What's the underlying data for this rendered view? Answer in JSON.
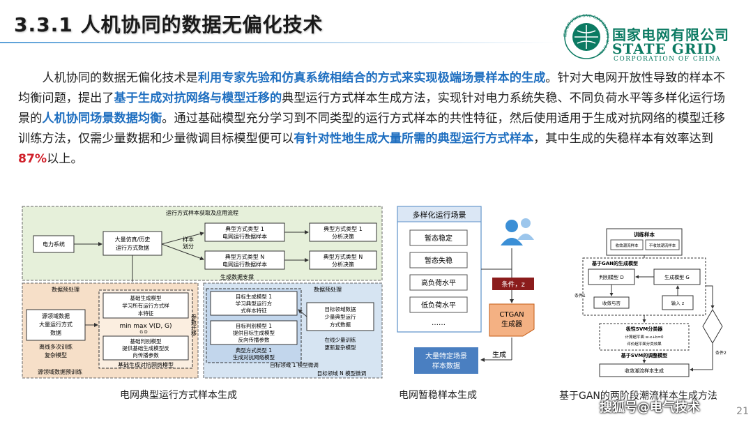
{
  "slide": {
    "title": "3.3.1 人机协同的数据无偏化技术",
    "page_number": "21",
    "watermark": "搜狐号@电气技术"
  },
  "logo": {
    "cn": "国家电网有限公司",
    "en": "STATE GRID",
    "sub": "CORPORATION OF CHINA",
    "ring_text": "国家电网 STATE GRID CORPORATION OF CHINA",
    "brand_color": "#0b7a62"
  },
  "paragraph": {
    "p1": "人机协同的数据无偏化技术是",
    "h1": "利用专家先验和仿真系统相结合的方式来实现极端场景样本的生成",
    "p2": "。针对大电网开放性导致的样本不均衡问题，提出了",
    "h2": "基于生成对抗网络与模型迁移的",
    "p3": "典型运行方式样本生成方法，实现针对电力系统失稳、不同负荷水平等多样化运行场景的",
    "h3": "人机协同场景数据均衡",
    "p4": "。通过基础模型充分学习到不同类型的运行方式样本的共性特征，然后使用适用于生成对抗网络的模型迁移训练方法，仅需少量数据和少量微调目标模型便可以",
    "h4": "有针对性地生成大量所需的典型运行方式样本",
    "p5": "，其中生成的失稳样本有效率达到",
    "h5": "87%",
    "p6": "以上。"
  },
  "figures": {
    "fig1": {
      "caption": "电网典型运行方式样本生成",
      "top_region": "运行方式样本获取及应用流程",
      "power_system": "电力系统",
      "sim_l1": "大量仿真/历史",
      "sim_l2": "运行方式数据",
      "sample_div_l1": "样本",
      "sample_div_l2": "划分",
      "type1_l1": "典型方式类型 1",
      "type1_l2": "电网运行数据样本",
      "typeN_l1": "典型方式类型 N",
      "typeN_l2": "电网运行数据样本",
      "ana1_l1": "典型方式类型 1",
      "ana1_l2": "分析决策",
      "anaN_l1": "典型方式类型 N",
      "anaN_l2": "分析决策",
      "data_support": "生成数据支撑",
      "preprocess_left": "数据预处理",
      "preprocess_right": "数据预处理",
      "src_l1": "源领域数据",
      "src_l2": "大量运行方式",
      "src_l3": "数据",
      "offline_l1": "离线多次训练",
      "offline_l2": "复杂模型",
      "base_gen_l1": "基础生成模型",
      "base_gen_l2": "学习所有运行方式样",
      "base_gen_l3": "本特征",
      "minmax": "min max V(D, G)",
      "minmax_sub": "G      D",
      "base_disc_l1": "基础判别模型",
      "base_disc_l2": "提供基础生成模型反",
      "base_disc_l3": "向传播参数",
      "base_net": "基础生成对抗网络模型",
      "src_train": "源领域数据预训练",
      "param_transfer": "参数迁移",
      "tgt_gen_l1": "目标生成模型 1",
      "tgt_gen_l2": "学习典型运行方",
      "tgt_gen_l3": "式样本特征",
      "tgt_disc_l1": "目标判别模型 1",
      "tgt_disc_l2": "提供目标生成模型",
      "tgt_disc_l3": "反向传播参数",
      "tgt_net_l1": "典型方式类型 1",
      "tgt_net_l2": "生成对抗网络模型",
      "tgt_data_l1": "目标领域数据",
      "tgt_data_l2": "少量典型运行",
      "tgt_data_l3": "方式数据",
      "online_l1": "在线少量训练",
      "online_l2": "更新复杂模型",
      "tgt_tune1": "目标领域 1 模型微调",
      "tgt_tuneN": "目标领域 N 模型微调"
    },
    "fig2": {
      "caption": "电网暂稳样本生成",
      "box_title": "多样化运行场景",
      "items": [
        "暂态稳定",
        "暂态失稳",
        "高负荷水平",
        "低负荷水平",
        "……"
      ],
      "condition": "条件，z",
      "ctgan_l1": "CTGAN",
      "ctgan_l2": "生成器",
      "generate": "生成",
      "output_l1": "大量特定场景",
      "output_l2": "样本数据"
    },
    "fig3": {
      "caption": "基于GAN的两阶段潮流样本生成方法",
      "train_samples": "训练样本",
      "converge": "收敛潮流样本",
      "non_converge": "不收敛潮流样本",
      "stage1": "基于GAN的生成模型",
      "disc": "判别模型 D",
      "gen": "生成模型 G",
      "disc_conv": "收敛与否",
      "input": "输入 z",
      "svm_title": "极性SVM分类器",
      "svm_l1": "计算超平面 w·x+b=0",
      "svm_l2": "评价超平面分类效果",
      "stage2": "基于SVM的调整模型",
      "output": "收敛潮流样本生成",
      "cond1": "条件1",
      "cond2": "条件2"
    }
  }
}
